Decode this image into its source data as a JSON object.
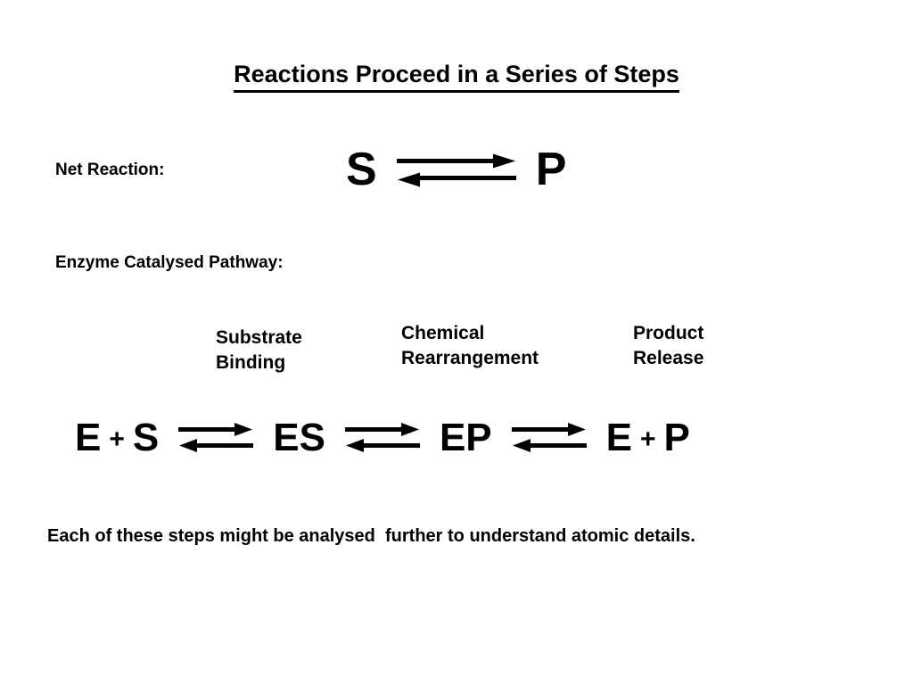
{
  "slide": {
    "title": "Reactions Proceed in a Series of Steps",
    "background_color": "#ffffff",
    "ink_color": "#000000"
  },
  "net_reaction": {
    "label": "Net Reaction:",
    "reactant": "S",
    "product": "P",
    "arrow": "equilibrium-double-arrow"
  },
  "pathway": {
    "label": "Enzyme Catalysed Pathway:",
    "steps": [
      {
        "line1": "Substrate",
        "line2": "Binding"
      },
      {
        "line1": "Chemical",
        "line2": "Rearrangement"
      },
      {
        "line1": "Product",
        "line2": "Release"
      }
    ],
    "species": {
      "s1_e": "E",
      "s1_plus": "+",
      "s1_s": "S",
      "s2": "ES",
      "s3": "EP",
      "s4_e": "E",
      "s4_plus": "+",
      "s4_p": "P"
    }
  },
  "footer": {
    "text": "Each of these steps might be analysed  further to understand atomic details."
  }
}
